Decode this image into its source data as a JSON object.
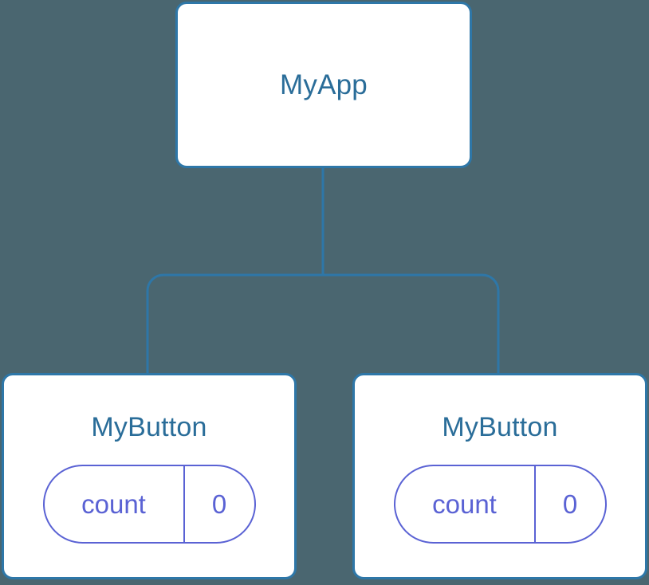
{
  "diagram": {
    "type": "component-tree",
    "background_color": "#4a6670",
    "node_border_color": "#2e77a8",
    "node_text_color": "#2a6d99",
    "state_color": "#5a62d4",
    "edge_color": "#2e77a8",
    "root": {
      "label": "MyApp"
    },
    "children": [
      {
        "label": "MyButton",
        "state": {
          "key": "count",
          "value": "0"
        }
      },
      {
        "label": "MyButton",
        "state": {
          "key": "count",
          "value": "0"
        }
      }
    ]
  }
}
